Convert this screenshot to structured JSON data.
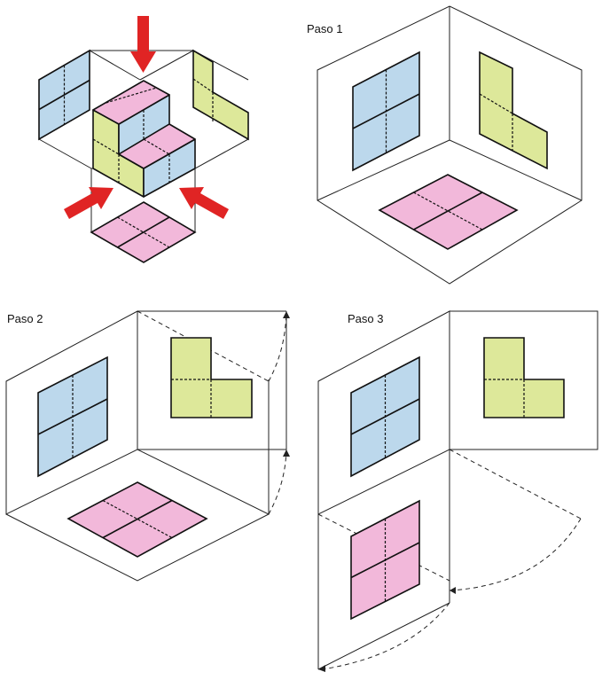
{
  "colors": {
    "front_face": "#bcd8ec",
    "side_face": "#dde89a",
    "top_face": "#f2b8da",
    "arrow": "#e02424",
    "outline": "#111111",
    "frame_line": "#222222"
  },
  "step_labels": {
    "step1": "Paso 1",
    "step2": "Paso 2",
    "step3": "Paso 3"
  }
}
